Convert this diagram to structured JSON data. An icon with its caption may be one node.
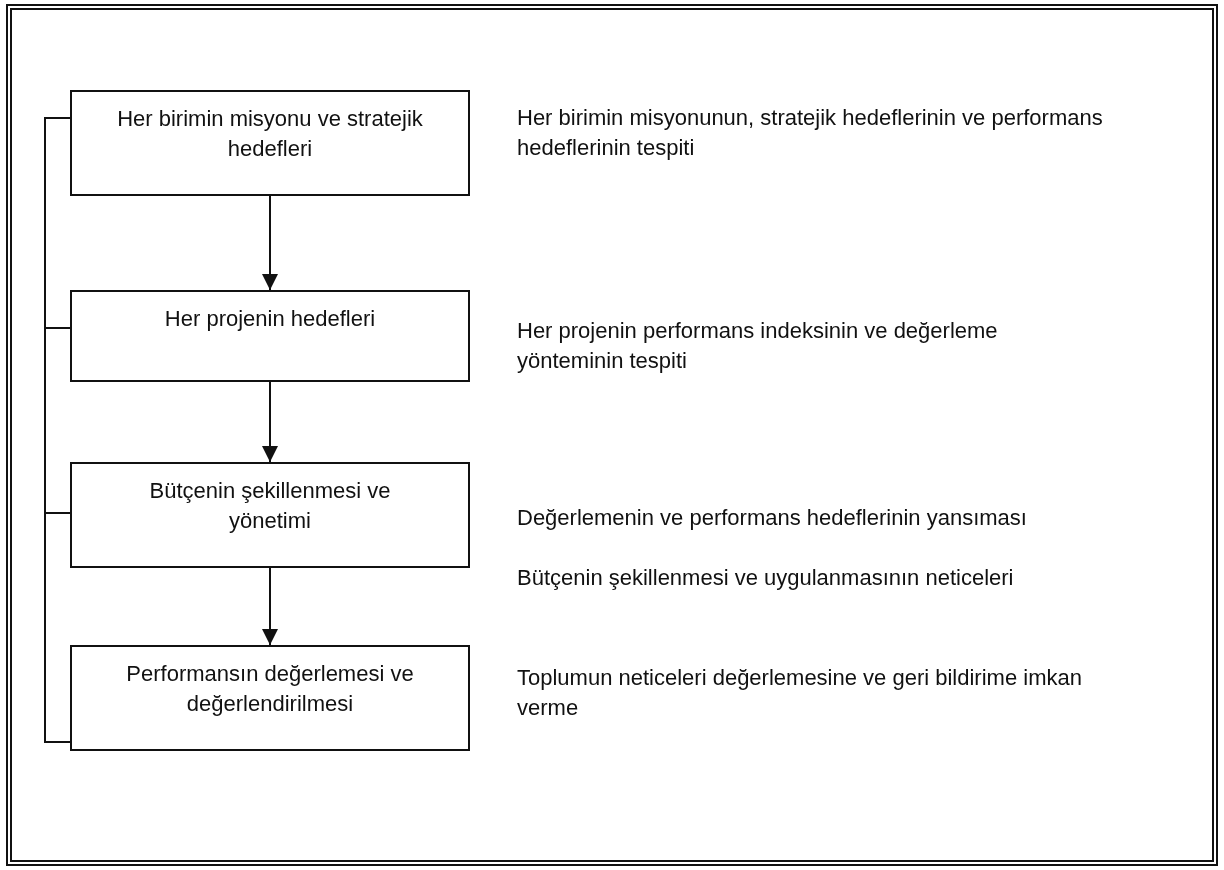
{
  "diagram": {
    "nodes": [
      {
        "text": [
          "Her birimin misyonu ve stratejik hedefleri"
        ],
        "beside": [
          "Her birimin misyonunun, stratejik hedeflerinin ve performans hedeflerinin tespiti"
        ]
      },
      {
        "text": [
          "Her projenin hedefleri"
        ],
        "beside": [
          "Her projenin performans indeksinin ve değerleme yönteminin tespiti"
        ]
      },
      {
        "text": [
          "Bütçenin şekillenmesi ve yönetimi"
        ],
        "beside": [
          "Değerlemenin ve performans hedeflerinin yansıması",
          "Bütçenin şekillenmesi ve uygulanmasının neticeleri"
        ]
      },
      {
        "text": [
          "Performansın değerlemesi ve değerlendirilmesi"
        ],
        "beside": [
          "Toplumun neticeleri değerlemesine ve geri bildirime imkan verme"
        ]
      }
    ],
    "edges": [
      {
        "from": 0,
        "to": 1,
        "arrow": "to"
      },
      {
        "from": 1,
        "to": 2,
        "arrow": "to"
      },
      {
        "from": 2,
        "to": 3,
        "arrow": "to"
      },
      {
        "from": 3,
        "to": 0,
        "arrow": "none"
      },
      {
        "from": 3,
        "to": 1,
        "arrow": "none"
      },
      {
        "from": 3,
        "to": 2,
        "arrow": "none"
      }
    ]
  }
}
